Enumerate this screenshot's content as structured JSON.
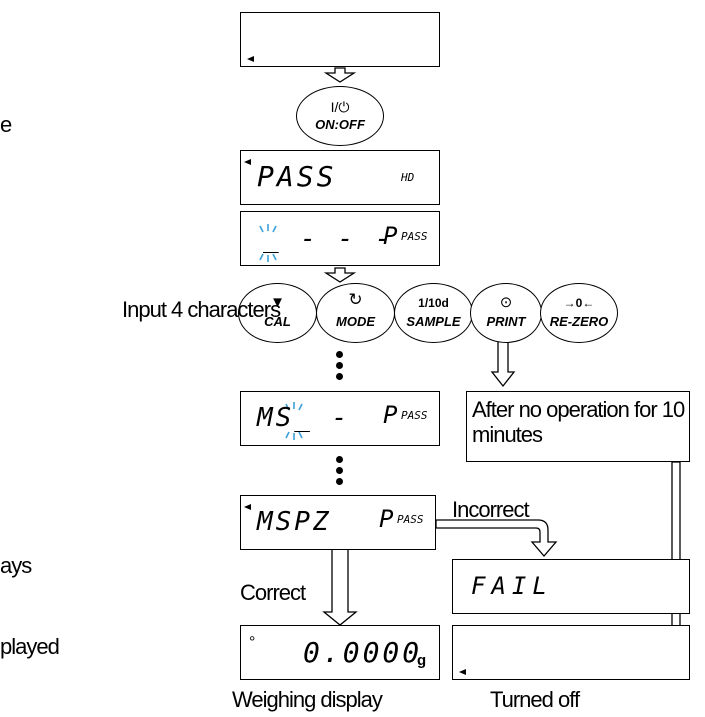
{
  "left_text": {
    "line1_fragment": "e",
    "line2_fragment": "ays",
    "line3_fragment": "played"
  },
  "power_key": {
    "symbol": "I/⏻",
    "label": "ON:OFF"
  },
  "displays": {
    "pass": {
      "text": "PASS",
      "tag": "HD"
    },
    "pass_input": {
      "text": "_ - - -",
      "tag": "PASS"
    },
    "ms_input": {
      "text": "MS_ -",
      "tag": "PASS"
    },
    "mspz": {
      "text": "MSPZ",
      "tag": "PASS"
    },
    "fail": {
      "text": "FAIL"
    },
    "weigh": {
      "text": "0.0000",
      "unit": "g",
      "indicator": "°"
    }
  },
  "keys": [
    {
      "symbol": "▼",
      "label": "CAL"
    },
    {
      "symbol": "↻",
      "label": "MODE"
    },
    {
      "symbol": "1/10d",
      "label": "SAMPLE"
    },
    {
      "symbol": "⊙",
      "label": "PRINT"
    },
    {
      "symbol": "→0←",
      "label": "RE-ZERO"
    }
  ],
  "labels": {
    "input": "Input 4 characters",
    "timeout": "After no operation for 10 minutes",
    "incorrect": "Incorrect",
    "correct": "Correct",
    "weighing": "Weighing display",
    "turned_off": "Turned off"
  },
  "colors": {
    "blink": "#3aa0d8"
  }
}
